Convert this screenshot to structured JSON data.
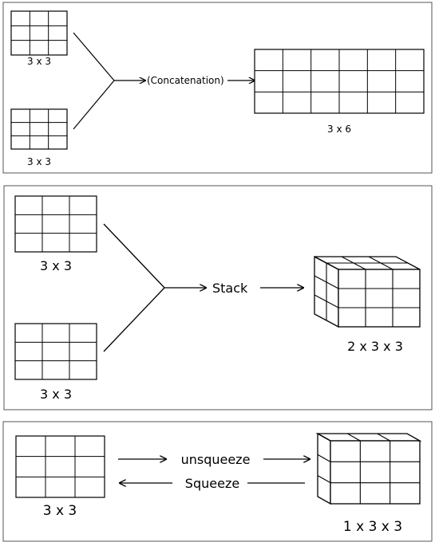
{
  "panel1": {
    "top_label": "3 x 3",
    "bottom_label": "3 x 3",
    "op_label": "(Concatenation)",
    "result_label": "3 x 6"
  },
  "panel2": {
    "top_label": "3 x 3",
    "bottom_label": "3 x 3",
    "op_label": "Stack",
    "result_label": "2 x 3 x 3"
  },
  "panel3": {
    "left_label": "3 x 3",
    "forward_label": "unsqueeze",
    "backward_label": "Squeeze",
    "result_label": "1 x 3 x 3"
  }
}
